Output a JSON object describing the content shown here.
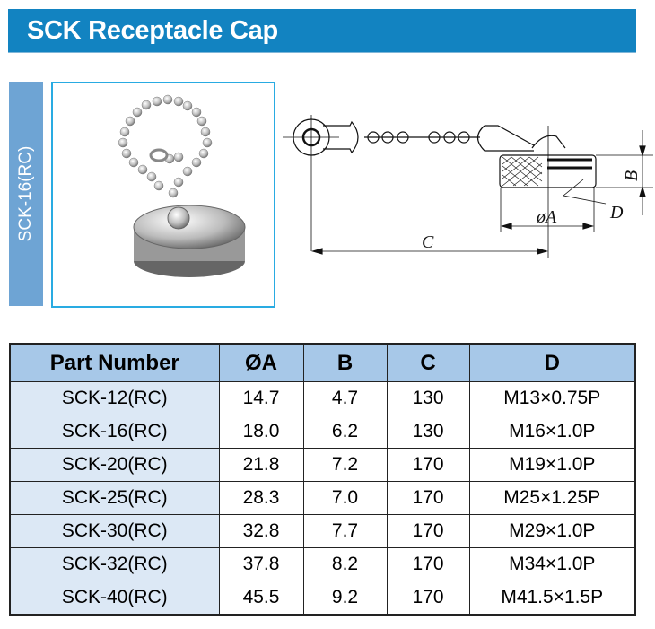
{
  "title": "SCK Receptacle Cap",
  "side_label": "SCK-16(RC)",
  "drawing_labels": {
    "c": "C",
    "a": "øA",
    "b": "B",
    "d": "D"
  },
  "table": {
    "headers": [
      "Part Number",
      "ØA",
      "B",
      "C",
      "D"
    ],
    "rows": [
      [
        "SCK-12(RC)",
        "14.7",
        "4.7",
        "130",
        "M13×0.75P"
      ],
      [
        "SCK-16(RC)",
        "18.0",
        "6.2",
        "130",
        "M16×1.0P"
      ],
      [
        "SCK-20(RC)",
        "21.8",
        "7.2",
        "170",
        "M19×1.0P"
      ],
      [
        "SCK-25(RC)",
        "28.3",
        "7.0",
        "170",
        "M25×1.25P"
      ],
      [
        "SCK-30(RC)",
        "32.8",
        "7.7",
        "170",
        "M29×1.0P"
      ],
      [
        "SCK-32(RC)",
        "37.8",
        "8.2",
        "170",
        "M34×1.0P"
      ],
      [
        "SCK-40(RC)",
        "45.5",
        "9.2",
        "170",
        "M41.5×1.5P"
      ]
    ]
  }
}
